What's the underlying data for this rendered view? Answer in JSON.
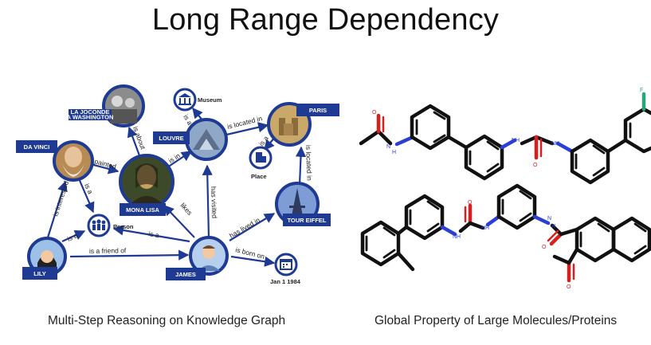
{
  "title": "Long Range Dependency",
  "captions": {
    "left": "Multi-Step Reasoning on Knowledge Graph",
    "right": "Global Property of Large Molecules/Proteins"
  },
  "graph": {
    "nodes": {
      "joconde": "LA JOCONDE\nA WASHINGTON",
      "da_vinci": "DA VINCI",
      "mona_lisa": "MONA LISA",
      "louvre": "LOUVRE",
      "paris": "PARIS",
      "tour_eiffel": "TOUR EIFFEL",
      "lily": "LILY",
      "james": "JAMES",
      "museum": "Museum",
      "place": "Place",
      "person": "Person",
      "date": "Jan 1 1984"
    },
    "edges": {
      "is_interested_in": "is interested in",
      "painted": "painted",
      "is_a_davinci": "is a",
      "is_about": "is about",
      "is_in": "is in",
      "is_a_louvre": "is a",
      "is_located_in_louvre": "is located in",
      "is_a_paris": "is a",
      "is_located_in_eiffel": "is located in",
      "has_visited": "has visited",
      "likes": "likes",
      "is_a_lily": "is a",
      "is_a_friend_of": "is a friend of",
      "is_a_james": "is a",
      "has_lived_in": "has lived in",
      "is_born_on": "is born on"
    }
  },
  "molecules": {
    "atoms": {
      "h": "H",
      "n": "N",
      "nh": "NH",
      "o": "O",
      "f": "F"
    }
  },
  "colors": {
    "node_blue": "#1f3a93",
    "bond": "#111111",
    "nitrogen": "#2b3fd6",
    "oxygen": "#d62020",
    "fluorine": "#2aa57a"
  }
}
